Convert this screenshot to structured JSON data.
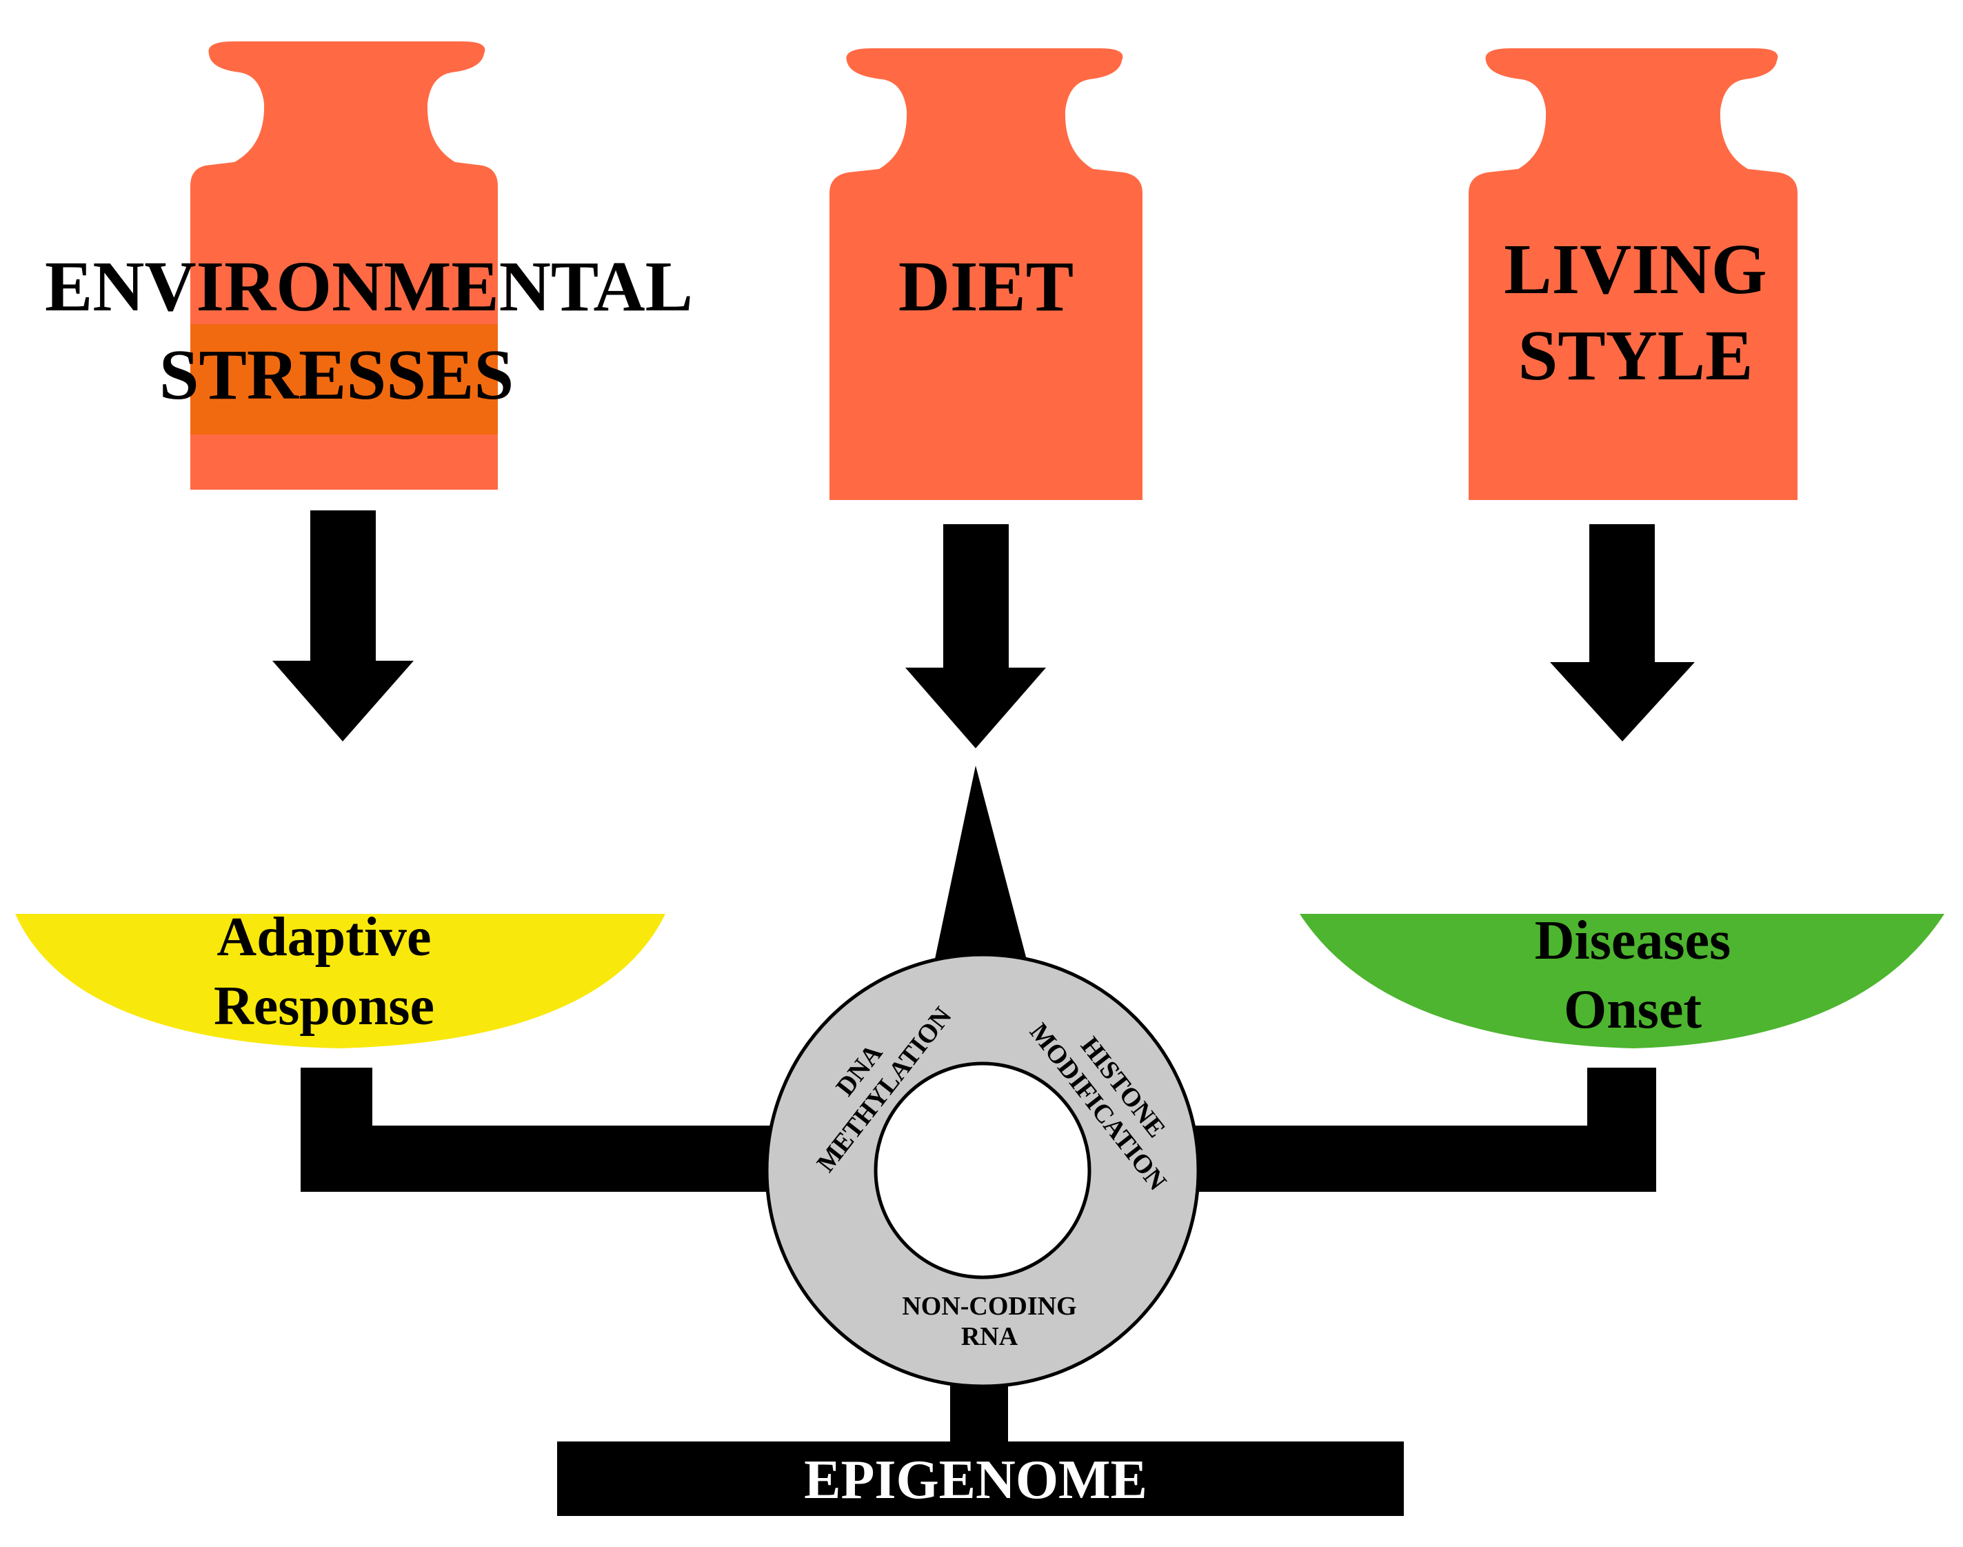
{
  "weights": {
    "environmental": {
      "line1": "ENVIRONMENTAL",
      "line2": "STRESSES"
    },
    "diet": {
      "line1": "DIET"
    },
    "living_style": {
      "line1": "LIVING",
      "line2": "STYLE"
    }
  },
  "pans": {
    "left": {
      "line1": "Adaptive",
      "line2": "Response"
    },
    "right": {
      "line1": "Diseases",
      "line2": "Onset"
    }
  },
  "ring": {
    "dna_methylation": {
      "line1": "DNA",
      "line2": "METHYLATION"
    },
    "histone_modification": {
      "line1": "HISTONE",
      "line2": "MODIFICATION"
    },
    "non_coding_rna": {
      "line1": "NON-CODING",
      "line2": "RNA"
    }
  },
  "base": {
    "label": "EPIGENOME"
  },
  "colors": {
    "weight": "#FF6A45",
    "weight_highlight": "#F26A10",
    "left_pan": "#F9E80C",
    "right_pan": "#4DB52F",
    "ring": "#C9C9C9",
    "arrow": "#000000"
  }
}
